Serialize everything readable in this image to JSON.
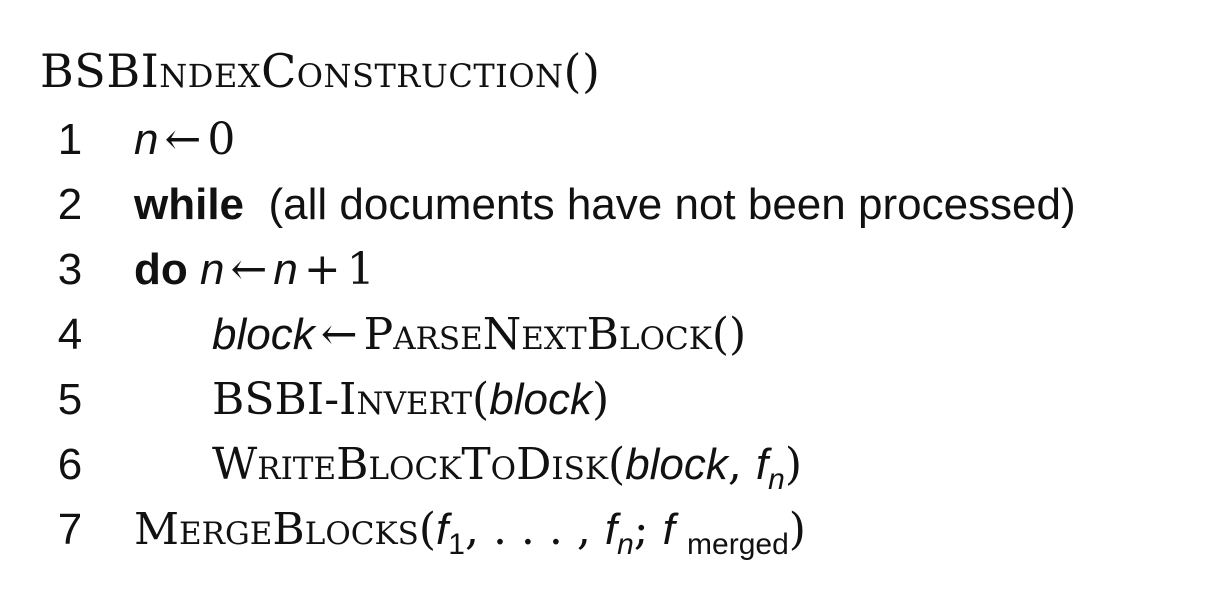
{
  "algorithm": {
    "title": "BSBIndexConstruction()",
    "lines": [
      {
        "num": "1"
      },
      {
        "num": "2",
        "keyword": "while",
        "text": "(all documents have not been processed)"
      },
      {
        "num": "3",
        "keyword": "do"
      },
      {
        "num": "4",
        "proc": "ParseNextBlock()"
      },
      {
        "num": "5",
        "proc": "BSBI-Invert(",
        "arg": "block",
        "close": ")"
      },
      {
        "num": "6",
        "proc": "WriteBlockToDisk("
      },
      {
        "num": "7",
        "proc": "MergeBlocks("
      }
    ],
    "var_n": "n",
    "var_block": "block",
    "var_f": "f",
    "sub_merged": "merged"
  }
}
